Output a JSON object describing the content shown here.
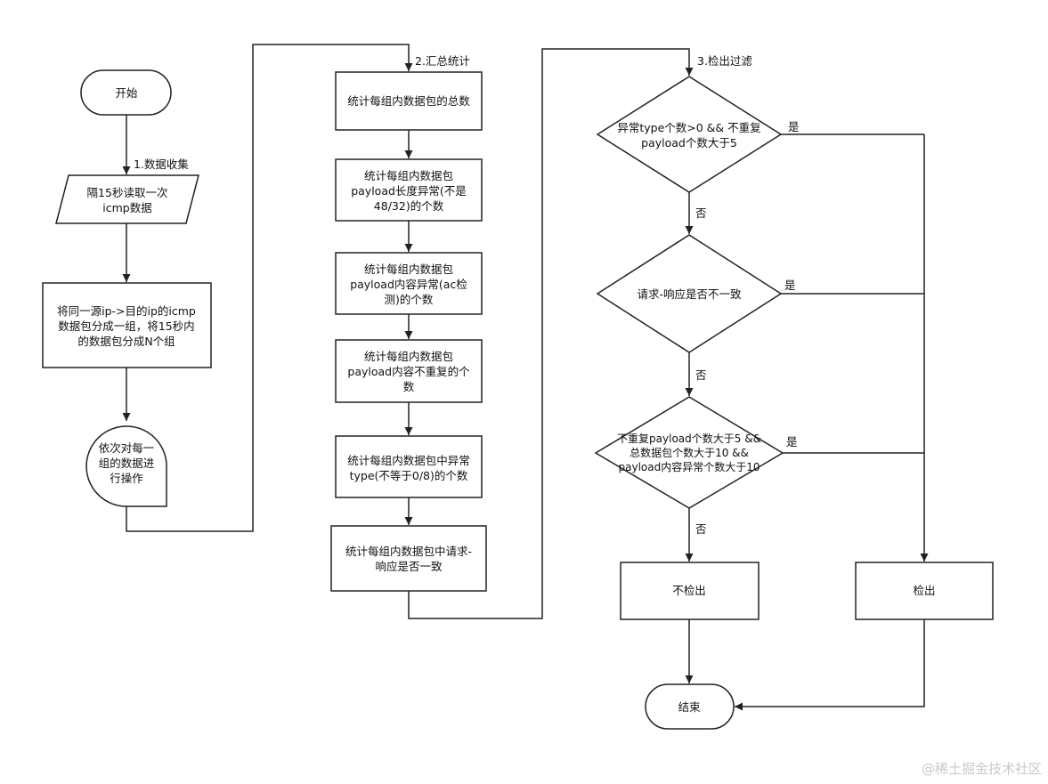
{
  "start": "开始",
  "end": "结束",
  "stages": {
    "collect": "1.数据收集",
    "stats": "2.汇总统计",
    "filter": "3.检出过滤"
  },
  "collect": {
    "read": [
      "隔15秒读取一次",
      "icmp数据"
    ],
    "group": [
      "将同一源ip->目的ip的icmp",
      "数据包分成一组，将15秒内",
      "的数据包分成N个组"
    ],
    "loop": [
      "依次对每一",
      "组的数据进",
      "行操作"
    ]
  },
  "stats": {
    "s1": [
      "统计每组内数据包的总数"
    ],
    "s2": [
      "统计每组内数据包",
      "payload长度异常(不是",
      "48/32)的个数"
    ],
    "s3": [
      "统计每组内数据包",
      "payload内容异常(ac检",
      "测)的个数"
    ],
    "s4": [
      "统计每组内数据包",
      "payload内容不重复的个",
      "数"
    ],
    "s5": [
      "统计每组内数据包中异常",
      "type(不等于0/8)的个数"
    ],
    "s6": [
      "统计每组内数据包中请求-",
      "响应是否一致"
    ]
  },
  "filter": {
    "d1": [
      "异常type个数>0 && 不重复",
      "payload个数大于5"
    ],
    "d2": [
      "请求-响应是否不一致"
    ],
    "d3": [
      "不重复payload个数大于5 &&",
      "总数据包个数大于10 &&",
      "payload内容异常个数大于10"
    ]
  },
  "labels": {
    "yes": "是",
    "no": "否"
  },
  "outcomes": {
    "not_detected": "不检出",
    "detected": "检出"
  },
  "watermark": "@稀土掘金技术社区"
}
